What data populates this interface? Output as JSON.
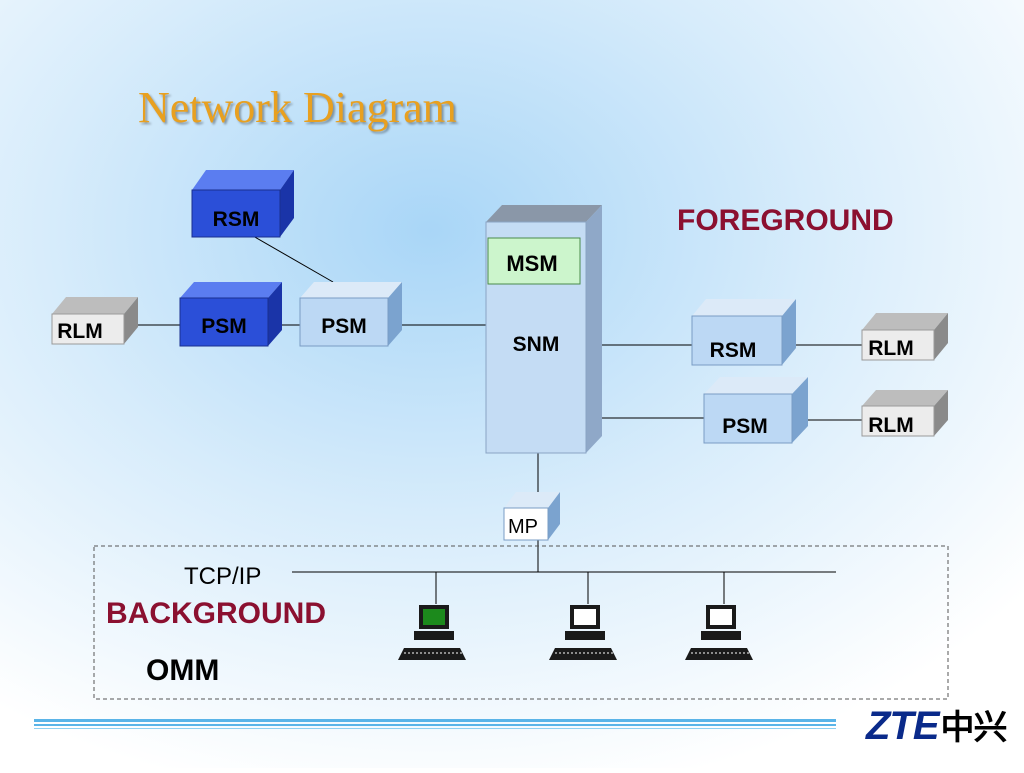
{
  "title": "Network Diagram",
  "sections": {
    "foreground": "FOREGROUND",
    "background": "BACKGROUND",
    "omm": "OMM",
    "network": "TCP/IP"
  },
  "nodes": {
    "rsm_top": "RSM",
    "psm_left_dark": "PSM",
    "psm_left_light": "PSM",
    "rlm_left": "RLM",
    "msm": "MSM",
    "snm": "SNM",
    "mp": "MP",
    "rsm_right": "RSM",
    "psm_right": "PSM",
    "rlm_right_top": "RLM",
    "rlm_right_bottom": "RLM"
  },
  "logo": {
    "latin": "ZTE",
    "chinese": "中兴"
  },
  "colors": {
    "module_dark": "#2b4fd8",
    "module_light": "#bcd8f4",
    "rlm_gray": "#d9d9d9",
    "msm_green": "#ccf5cc",
    "section_label": "#8b1030",
    "title_gold": "#e8a020"
  }
}
